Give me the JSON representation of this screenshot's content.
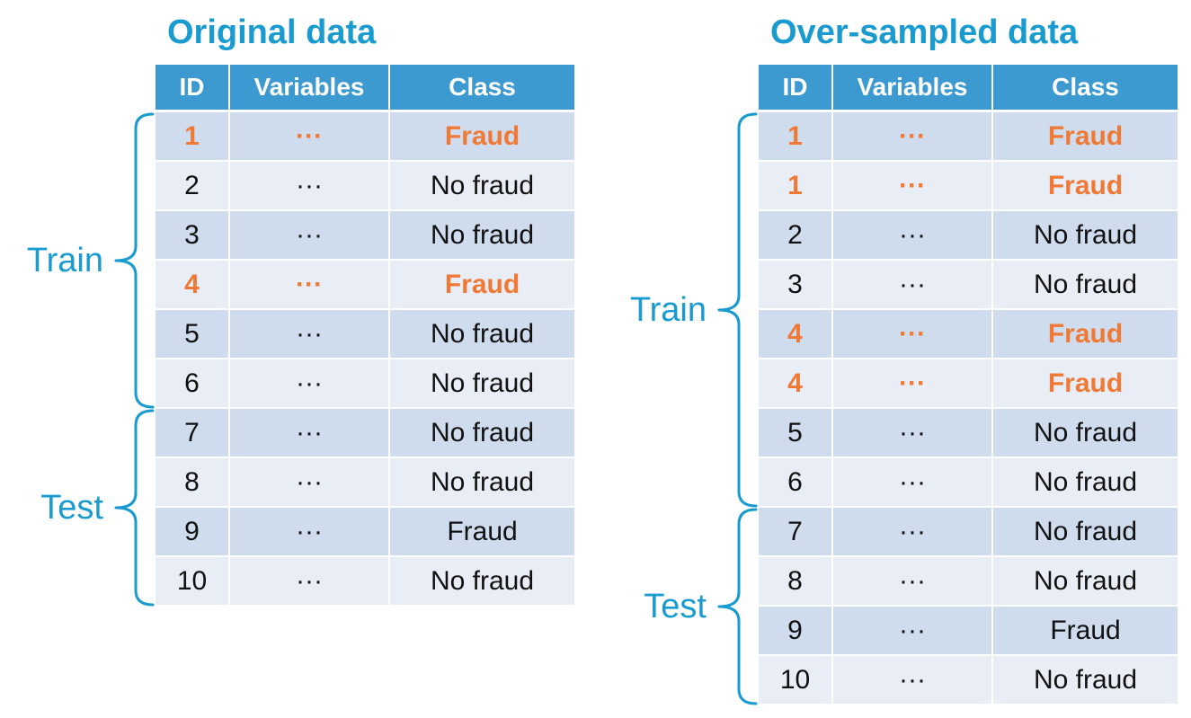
{
  "colors": {
    "title": "#1a9bd0",
    "header_bg": "#3c9ad0",
    "header_text": "#ffffff",
    "row_dark": "#cfdced",
    "row_light": "#e8edf6",
    "fraud_highlight": "#f07a35",
    "brace": "#1a9bd0"
  },
  "columns": [
    "ID",
    "Variables",
    "Class"
  ],
  "panels": [
    {
      "title": "Original data",
      "rows": [
        {
          "id": "1",
          "vars": "···",
          "cls": "Fraud",
          "highlight": true
        },
        {
          "id": "2",
          "vars": "···",
          "cls": "No fraud",
          "highlight": false
        },
        {
          "id": "3",
          "vars": "···",
          "cls": "No fraud",
          "highlight": false
        },
        {
          "id": "4",
          "vars": "···",
          "cls": "Fraud",
          "highlight": true
        },
        {
          "id": "5",
          "vars": "···",
          "cls": "No fraud",
          "highlight": false
        },
        {
          "id": "6",
          "vars": "···",
          "cls": "No fraud",
          "highlight": false
        },
        {
          "id": "7",
          "vars": "···",
          "cls": "No fraud",
          "highlight": false
        },
        {
          "id": "8",
          "vars": "···",
          "cls": "No fraud",
          "highlight": false
        },
        {
          "id": "9",
          "vars": "···",
          "cls": "Fraud",
          "highlight": false
        },
        {
          "id": "10",
          "vars": "···",
          "cls": "No fraud",
          "highlight": false
        }
      ],
      "groups": [
        {
          "label": "Train",
          "first_row": 0,
          "last_row": 5
        },
        {
          "label": "Test",
          "first_row": 6,
          "last_row": 9
        }
      ]
    },
    {
      "title": "Over-sampled data",
      "rows": [
        {
          "id": "1",
          "vars": "···",
          "cls": "Fraud",
          "highlight": true
        },
        {
          "id": "1",
          "vars": "···",
          "cls": "Fraud",
          "highlight": true
        },
        {
          "id": "2",
          "vars": "···",
          "cls": "No fraud",
          "highlight": false
        },
        {
          "id": "3",
          "vars": "···",
          "cls": "No fraud",
          "highlight": false
        },
        {
          "id": "4",
          "vars": "···",
          "cls": "Fraud",
          "highlight": true
        },
        {
          "id": "4",
          "vars": "···",
          "cls": "Fraud",
          "highlight": true
        },
        {
          "id": "5",
          "vars": "···",
          "cls": "No fraud",
          "highlight": false
        },
        {
          "id": "6",
          "vars": "···",
          "cls": "No fraud",
          "highlight": false
        },
        {
          "id": "7",
          "vars": "···",
          "cls": "No fraud",
          "highlight": false
        },
        {
          "id": "8",
          "vars": "···",
          "cls": "No fraud",
          "highlight": false
        },
        {
          "id": "9",
          "vars": "···",
          "cls": "Fraud",
          "highlight": false
        },
        {
          "id": "10",
          "vars": "···",
          "cls": "No fraud",
          "highlight": false
        }
      ],
      "groups": [
        {
          "label": "Train",
          "first_row": 0,
          "last_row": 7
        },
        {
          "label": "Test",
          "first_row": 8,
          "last_row": 11
        }
      ]
    }
  ]
}
